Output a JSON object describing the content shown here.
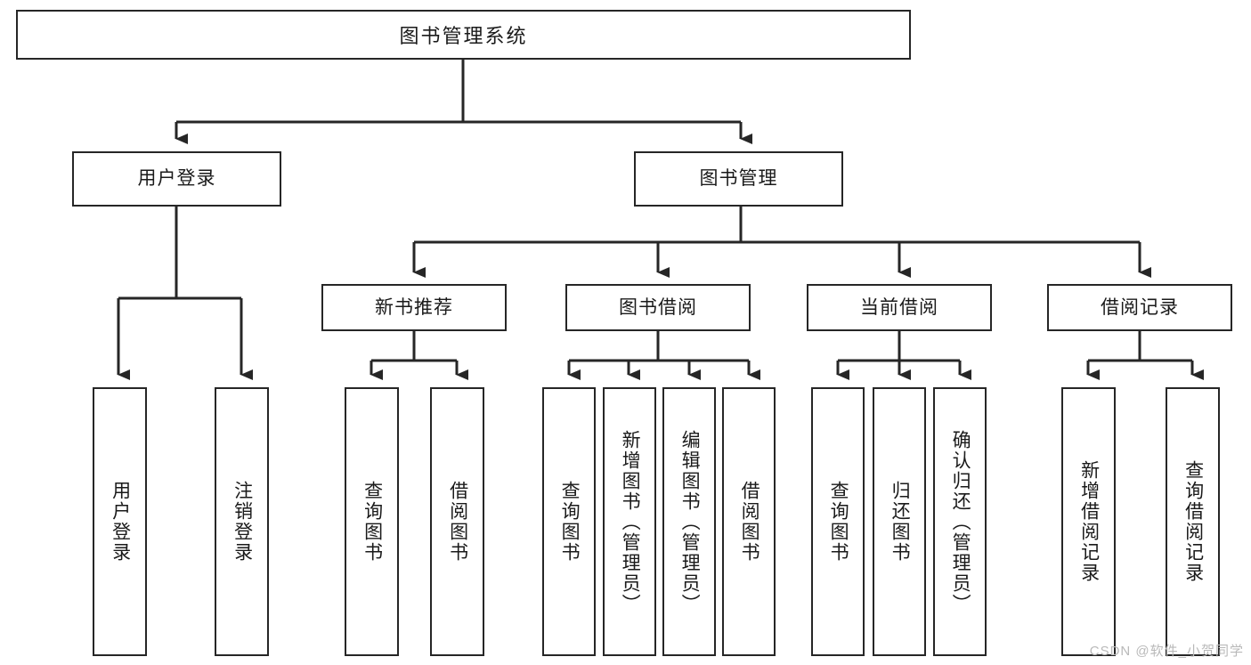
{
  "diagram": {
    "title": "图书管理系统",
    "type": "hierarchy-tree",
    "levels": 4,
    "nodes": {
      "root": {
        "label": "图书管理系统"
      },
      "level2": [
        {
          "id": "user-login",
          "label": "用户登录"
        },
        {
          "id": "book-management",
          "label": "图书管理"
        }
      ],
      "level3": [
        {
          "id": "new-book-recommend",
          "label": "新书推荐",
          "parent": "book-management"
        },
        {
          "id": "book-borrow",
          "label": "图书借阅",
          "parent": "book-management"
        },
        {
          "id": "current-borrow",
          "label": "当前借阅",
          "parent": "book-management"
        },
        {
          "id": "borrow-record",
          "label": "借阅记录",
          "parent": "book-management"
        }
      ],
      "leaves": [
        {
          "id": "leaf-user-login",
          "label": "用户登录",
          "parent": "user-login"
        },
        {
          "id": "leaf-user-logout",
          "label": "注销登录",
          "parent": "user-login"
        },
        {
          "id": "leaf-query-book-1",
          "label": "查询图书",
          "parent": "new-book-recommend"
        },
        {
          "id": "leaf-borrow-book-1",
          "label": "借阅图书",
          "parent": "new-book-recommend"
        },
        {
          "id": "leaf-query-book-2",
          "label": "查询图书",
          "parent": "book-borrow"
        },
        {
          "id": "leaf-add-book",
          "label": "新增图书（管理员）",
          "parent": "book-borrow"
        },
        {
          "id": "leaf-edit-book",
          "label": "编辑图书（管理员）",
          "parent": "book-borrow"
        },
        {
          "id": "leaf-borrow-book-2",
          "label": "借阅图书",
          "parent": "book-borrow"
        },
        {
          "id": "leaf-query-book-3",
          "label": "查询图书",
          "parent": "current-borrow"
        },
        {
          "id": "leaf-return-book",
          "label": "归还图书",
          "parent": "current-borrow"
        },
        {
          "id": "leaf-confirm-return",
          "label": "确认归还（管理员）",
          "parent": "current-borrow"
        },
        {
          "id": "leaf-add-record",
          "label": "新增借阅记录",
          "parent": "borrow-record"
        },
        {
          "id": "leaf-query-record",
          "label": "查询借阅记录",
          "parent": "borrow-record"
        }
      ]
    },
    "colors": {
      "box_border": "#262626",
      "box_fill": "#ffffff",
      "connector": "#262626",
      "text": "#1a1a1a",
      "watermark": "#b9b9b9"
    }
  },
  "watermark": {
    "text": "CSDN @软件_小贺同学"
  }
}
